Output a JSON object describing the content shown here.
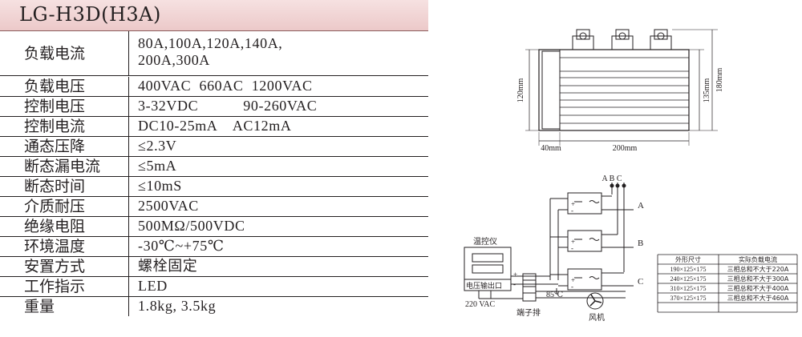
{
  "model": "LG-H3D(H3A)",
  "specs": [
    {
      "label": "负载电流",
      "value": "80A,100A,120A,140A,\n200A,300A"
    },
    {
      "label": "负载电压",
      "value": "400VAC  660AC  1200VAC"
    },
    {
      "label": "控制电压",
      "value": "3-32VDC           90-260VAC"
    },
    {
      "label": "控制电流",
      "value": "DC10-25mA    AC12mA"
    },
    {
      "label": "通态压降",
      "value": "≤2.3V"
    },
    {
      "label": "断态漏电流",
      "value": "≤5mA"
    },
    {
      "label": "断态时间",
      "value": "≤10mS"
    },
    {
      "label": "介质耐压",
      "value": "2500VAC"
    },
    {
      "label": "绝缘电阻",
      "value": "500MΩ/500VDC"
    },
    {
      "label": "环境温度",
      "value": "-30℃~+75℃"
    },
    {
      "label": "安置方式",
      "value": "螺栓固定"
    },
    {
      "label": "工作指示",
      "value": "LED"
    },
    {
      "label": "重量",
      "value": "1.8kg, 3.5kg"
    }
  ],
  "dimensions": {
    "height_inner": "120mm",
    "height_mid": "135mm",
    "height_outer": "180mm",
    "width_left": "40mm",
    "width_main": "200mm"
  },
  "wiring": {
    "phase_header": "A B C",
    "phase_a": "A",
    "phase_b": "B",
    "phase_c": "C",
    "controller_label": "温控仪",
    "output_label": "电压输出口",
    "supply_label": "220 VAC",
    "terminal_label": "端子排",
    "fan_label": "风机",
    "thermo_label": "85℃",
    "plus": "+",
    "minus": "-"
  },
  "size_table": {
    "headers": [
      "外形尺寸",
      "实际负载电流"
    ],
    "rows": [
      [
        "190×125×175",
        "三相总和不大于220A"
      ],
      [
        "240×125×175",
        "三相总和不大于300A"
      ],
      [
        "310×125×175",
        "三相总和不大于400A"
      ],
      [
        "370×125×175",
        "三相总和不大于460A"
      ]
    ]
  }
}
